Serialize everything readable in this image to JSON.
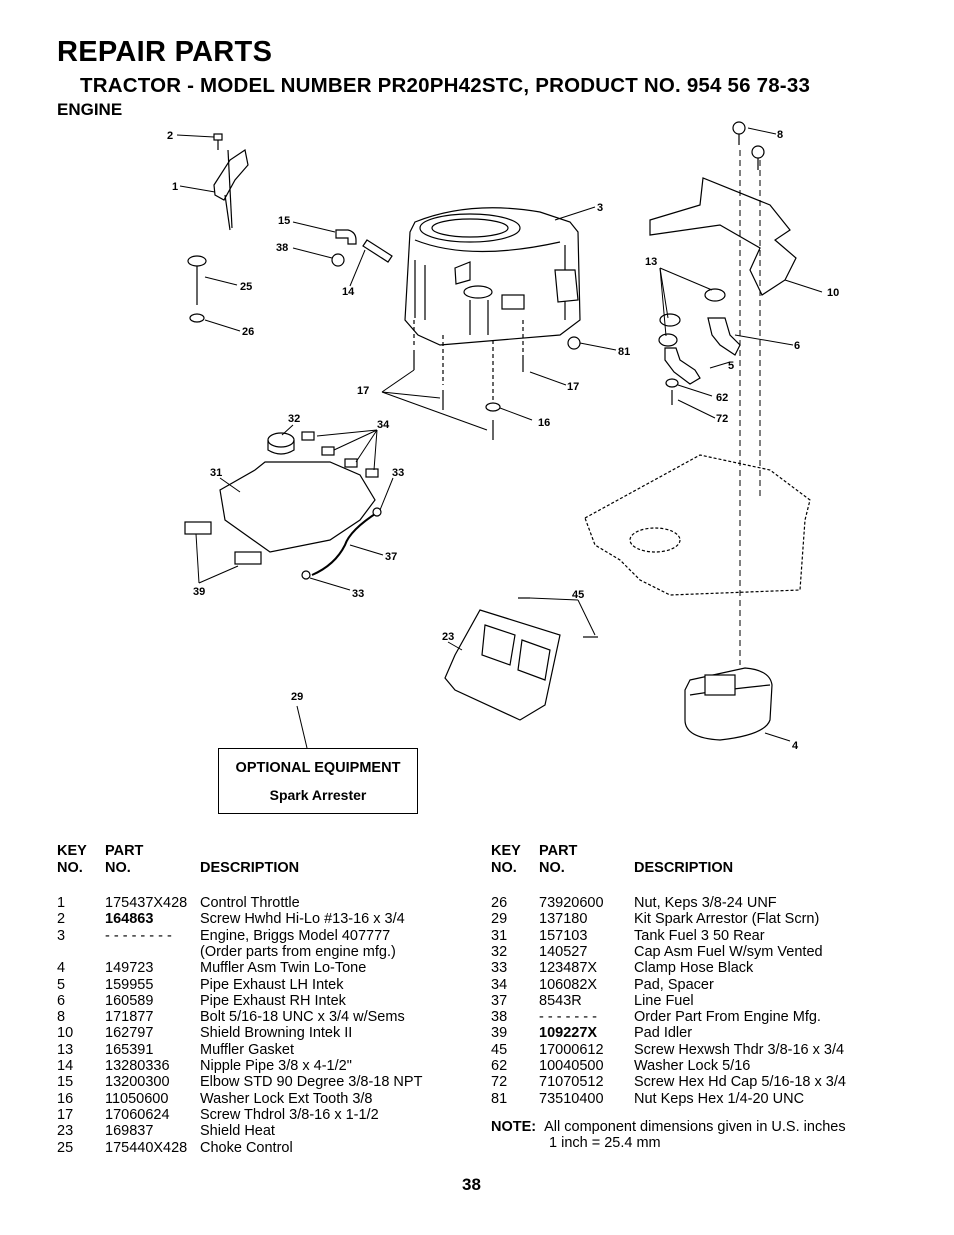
{
  "header": {
    "title": "REPAIR PARTS",
    "subtitle": "TRACTOR - MODEL NUMBER PR20PH42STC, PRODUCT NO. 954 56 78-33",
    "section": "ENGINE"
  },
  "callouts": [
    "2",
    "1",
    "15",
    "38",
    "14",
    "3",
    "8",
    "13",
    "10",
    "25",
    "26",
    "6",
    "5",
    "81",
    "17",
    "17",
    "62",
    "72",
    "16",
    "32",
    "34",
    "31",
    "33",
    "37",
    "39",
    "33",
    "45",
    "23",
    "29",
    "4"
  ],
  "optional": {
    "title": "OPTIONAL EQUIPMENT",
    "item": "Spark Arrester"
  },
  "table_headers": {
    "key_top": "KEY",
    "key_bottom": "NO.",
    "part_top": "PART",
    "part_bottom": "NO.",
    "description": "DESCRIPTION"
  },
  "parts_left": [
    {
      "key": "1",
      "part": "175437X428",
      "desc": "Control Throttle",
      "bold": false
    },
    {
      "key": "2",
      "part": "164863",
      "desc": "Screw Hwhd Hi-Lo #13-16 x 3/4",
      "bold": true
    },
    {
      "key": "3",
      "part": "- - - - - - - -",
      "desc": "Engine, Briggs Model 407777",
      "bold": false
    },
    {
      "key": "",
      "part": "",
      "desc": "(Order  parts from engine mfg.)",
      "bold": false
    },
    {
      "key": "4",
      "part": "149723",
      "desc": "Muffler Asm Twin Lo-Tone",
      "bold": false
    },
    {
      "key": "5",
      "part": "159955",
      "desc": "Pipe Exhaust LH Intek",
      "bold": false
    },
    {
      "key": "6",
      "part": "160589",
      "desc": "Pipe Exhaust RH Intek",
      "bold": false
    },
    {
      "key": "8",
      "part": "171877",
      "desc": "Bolt 5/16-18 UNC x 3/4 w/Sems",
      "bold": false
    },
    {
      "key": "10",
      "part": "162797",
      "desc": "Shield Browning Intek II",
      "bold": false
    },
    {
      "key": "13",
      "part": "165391",
      "desc": "Muffler Gasket",
      "bold": false
    },
    {
      "key": "14",
      "part": "13280336",
      "desc": "Nipple Pipe 3/8 x 4-1/2\"",
      "bold": false
    },
    {
      "key": "15",
      "part": "13200300",
      "desc": "Elbow STD 90 Degree 3/8-18 NPT",
      "bold": false
    },
    {
      "key": "16",
      "part": "11050600",
      "desc": "Washer Lock Ext Tooth 3/8",
      "bold": false
    },
    {
      "key": "17",
      "part": "17060624",
      "desc": "Screw Thdrol 3/8-16 x 1-1/2",
      "bold": false
    },
    {
      "key": "23",
      "part": "169837",
      "desc": "Shield Heat",
      "bold": false
    },
    {
      "key": "25",
      "part": "175440X428",
      "desc": "Choke Control",
      "bold": false
    }
  ],
  "parts_right": [
    {
      "key": "26",
      "part": "73920600",
      "desc": "Nut, Keps 3/8-24 UNF",
      "bold": false
    },
    {
      "key": "29",
      "part": "137180",
      "desc": "Kit Spark Arrestor (Flat Scrn)",
      "bold": false
    },
    {
      "key": "31",
      "part": "157103",
      "desc": "Tank Fuel 3 50 Rear",
      "bold": false
    },
    {
      "key": "32",
      "part": "140527",
      "desc": "Cap Asm Fuel W/sym Vented",
      "bold": false
    },
    {
      "key": "33",
      "part": "123487X",
      "desc": "Clamp Hose Black",
      "bold": false
    },
    {
      "key": "34",
      "part": "106082X",
      "desc": "Pad, Spacer",
      "bold": false
    },
    {
      "key": "37",
      "part": "8543R",
      "desc": "Line Fuel",
      "bold": false
    },
    {
      "key": "38",
      "part": "- - - - - - -",
      "desc": "Order Part From Engine Mfg.",
      "bold": false
    },
    {
      "key": "39",
      "part": "109227X",
      "desc": "Pad Idler",
      "bold": true
    },
    {
      "key": "45",
      "part": "17000612",
      "desc": "Screw Hexwsh Thdr 3/8-16 x 3/4",
      "bold": false
    },
    {
      "key": "62",
      "part": "10040500",
      "desc": "Washer Lock  5/16",
      "bold": false
    },
    {
      "key": "72",
      "part": "71070512",
      "desc": "Screw Hex Hd Cap  5/16-18 x 3/4",
      "bold": false
    },
    {
      "key": "81",
      "part": "73510400",
      "desc": "Nut Keps Hex 1/4-20 UNC",
      "bold": false
    }
  ],
  "note": {
    "label": "NOTE:",
    "line1": "All component dimensions given in U.S. inches",
    "line2": "1 inch = 25.4 mm"
  },
  "page_number": "38"
}
